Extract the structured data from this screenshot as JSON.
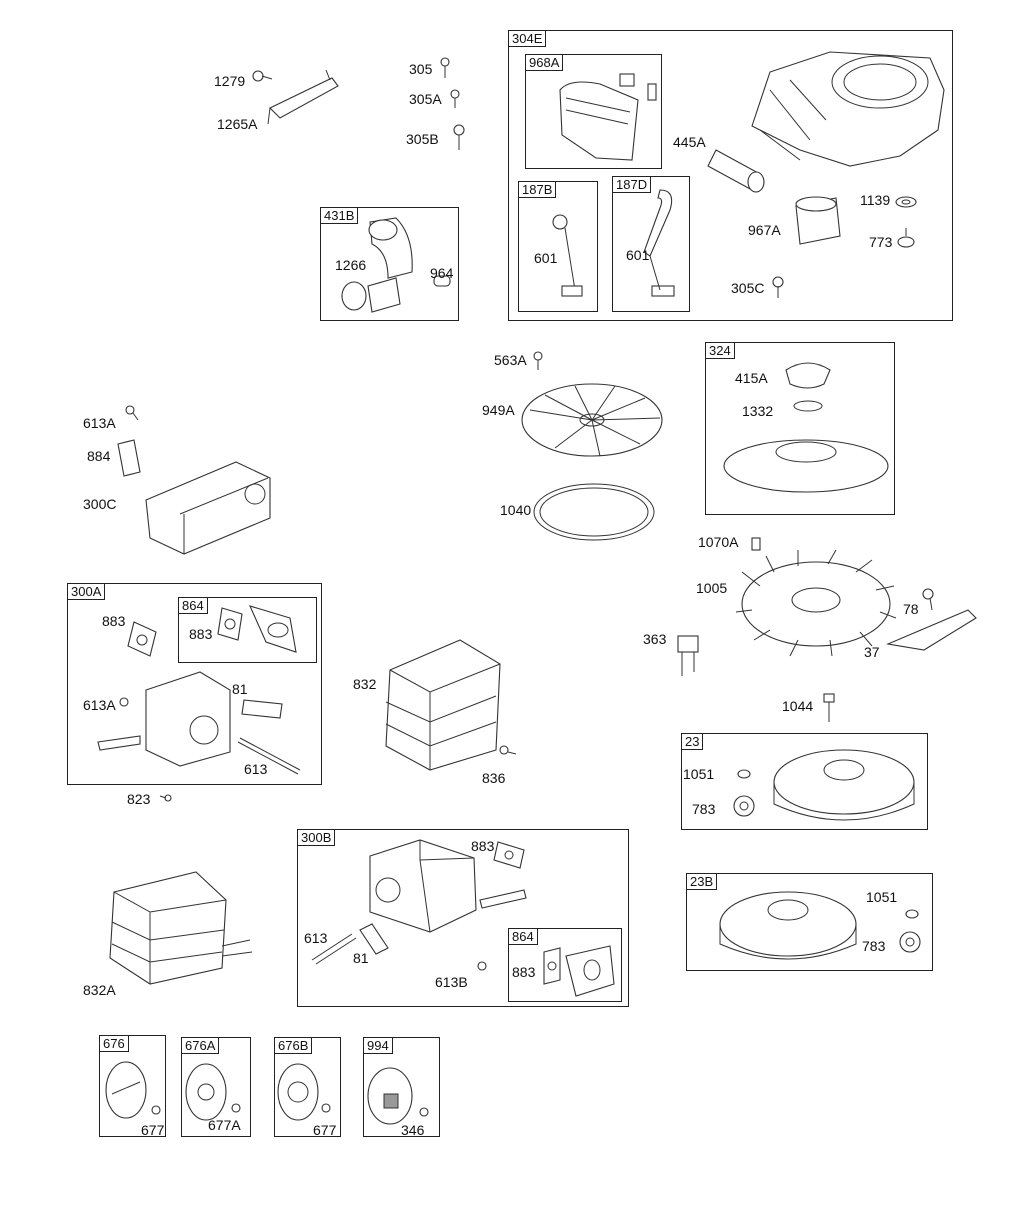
{
  "diagram": {
    "labels": {
      "l1279": "1279",
      "l1265A": "1265A",
      "l305": "305",
      "l305A": "305A",
      "l305B": "305B",
      "l1266": "1266",
      "l964": "964",
      "l445A": "445A",
      "l601a": "601",
      "l601b": "601",
      "l1139": "1139",
      "l967A": "967A",
      "l773": "773",
      "l305C": "305C",
      "l563A": "563A",
      "l949A": "949A",
      "l1040": "1040",
      "l415A": "415A",
      "l1332": "1332",
      "l613A_top": "613A",
      "l884": "884",
      "l300C": "300C",
      "l1070A": "1070A",
      "l1005": "1005",
      "l78": "78",
      "l363": "363",
      "l37": "37",
      "l883a": "883",
      "l883b": "883",
      "l613A_mid": "613A",
      "l81a": "81",
      "l613a": "613",
      "l823": "823",
      "l832": "832",
      "l836": "836",
      "l1044": "1044",
      "l1051a": "1051",
      "l783a": "783",
      "l883c": "883",
      "l613b": "613",
      "l81b": "81",
      "l613B": "613B",
      "l883d": "883",
      "l832A": "832A",
      "l1051b": "1051",
      "l783b": "783",
      "l677a": "677",
      "l677A": "677A",
      "l677b": "677",
      "l346": "346"
    },
    "boxes": {
      "b304E": "304E",
      "b968A": "968A",
      "b187B": "187B",
      "b187D": "187D",
      "b431B": "431B",
      "b324": "324",
      "b300A": "300A",
      "b864a": "864",
      "b23": "23",
      "b300B": "300B",
      "b864b": "864",
      "b23B": "23B",
      "b676": "676",
      "b676A": "676A",
      "b676B": "676B",
      "b994": "994"
    }
  }
}
